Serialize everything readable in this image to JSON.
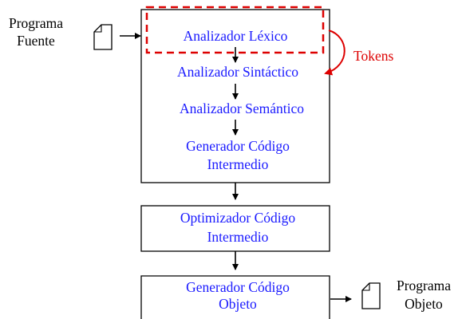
{
  "source": {
    "line1": "Programa",
    "line2": "Fuente",
    "icon": "document-icon"
  },
  "stages": {
    "lexical": "Analizador Léxico",
    "syntactic": "Analizador Sintáctico",
    "semantic": "Analizador Semántico",
    "intermediate_gen": {
      "line1": "Generador Código",
      "line2": "Intermedio"
    },
    "optimizer": {
      "line1": "Optimizador Código",
      "line2": "Intermedio"
    },
    "object_gen": {
      "line1": "Generador Código",
      "line2": "Objeto"
    }
  },
  "annotation": {
    "label": "Tokens"
  },
  "target": {
    "line1": "Programa",
    "line2": "Objeto",
    "icon": "document-icon"
  },
  "colors": {
    "stage_text": "#1a1aff",
    "highlight": "#dd0000",
    "lines": "#000000"
  }
}
